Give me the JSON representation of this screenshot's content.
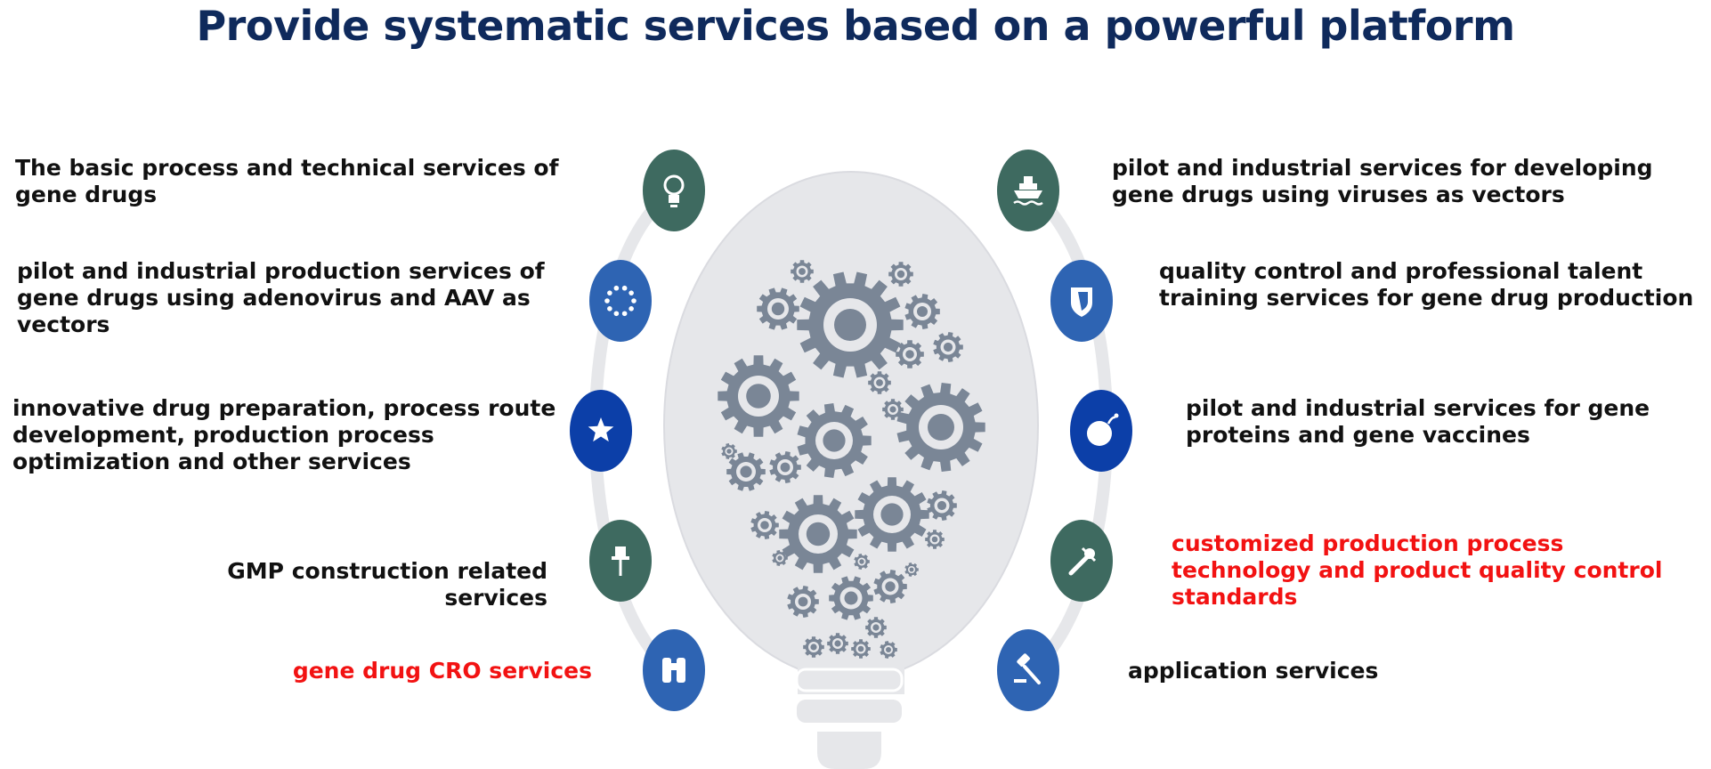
{
  "title": "Provide systematic services based on a powerful platform",
  "colors": {
    "title": "#0f2a5c",
    "text": "#111111",
    "highlight": "#f21212",
    "bulb": "#e6e7ea",
    "gear": "#7a8696",
    "node_green": "#3e6a60",
    "node_blue": "#2e64b3",
    "node_navy": "#0c3fa8"
  },
  "services_left": [
    {
      "text": "The basic process and technical services of gene drugs",
      "icon": "lightbulb-icon",
      "color": "#3e6a60",
      "highlight": false
    },
    {
      "text": "pilot and industrial production services of gene drugs using adenovirus and AAV as vectors",
      "icon": "dotted-circle-icon",
      "color": "#2e64b3",
      "highlight": false
    },
    {
      "text": "innovative drug preparation, process route development, production process optimization and other services",
      "icon": "star-icon",
      "color": "#0c3fa8",
      "highlight": false
    },
    {
      "text": "GMP construction related services",
      "icon": "pushpin-icon",
      "color": "#3e6a60",
      "highlight": false
    },
    {
      "text": "gene drug CRO services",
      "icon": "binoculars-icon",
      "color": "#2e64b3",
      "highlight": true
    }
  ],
  "services_right": [
    {
      "text": "pilot and industrial services for developing gene drugs using viruses as vectors",
      "icon": "ship-icon",
      "color": "#3e6a60",
      "highlight": false
    },
    {
      "text": "quality control and professional talent training services for gene drug production",
      "icon": "shield-icon",
      "color": "#2e64b3",
      "highlight": false
    },
    {
      "text": "pilot and industrial services for gene proteins and gene vaccines",
      "icon": "bomb-icon",
      "color": "#0c3fa8",
      "highlight": false
    },
    {
      "text": "customized production process technology and product quality control standards",
      "icon": "dropper-icon",
      "color": "#3e6a60",
      "highlight": true
    },
    {
      "text": "application services",
      "icon": "gavel-icon",
      "color": "#2e64b3",
      "highlight": false
    }
  ]
}
